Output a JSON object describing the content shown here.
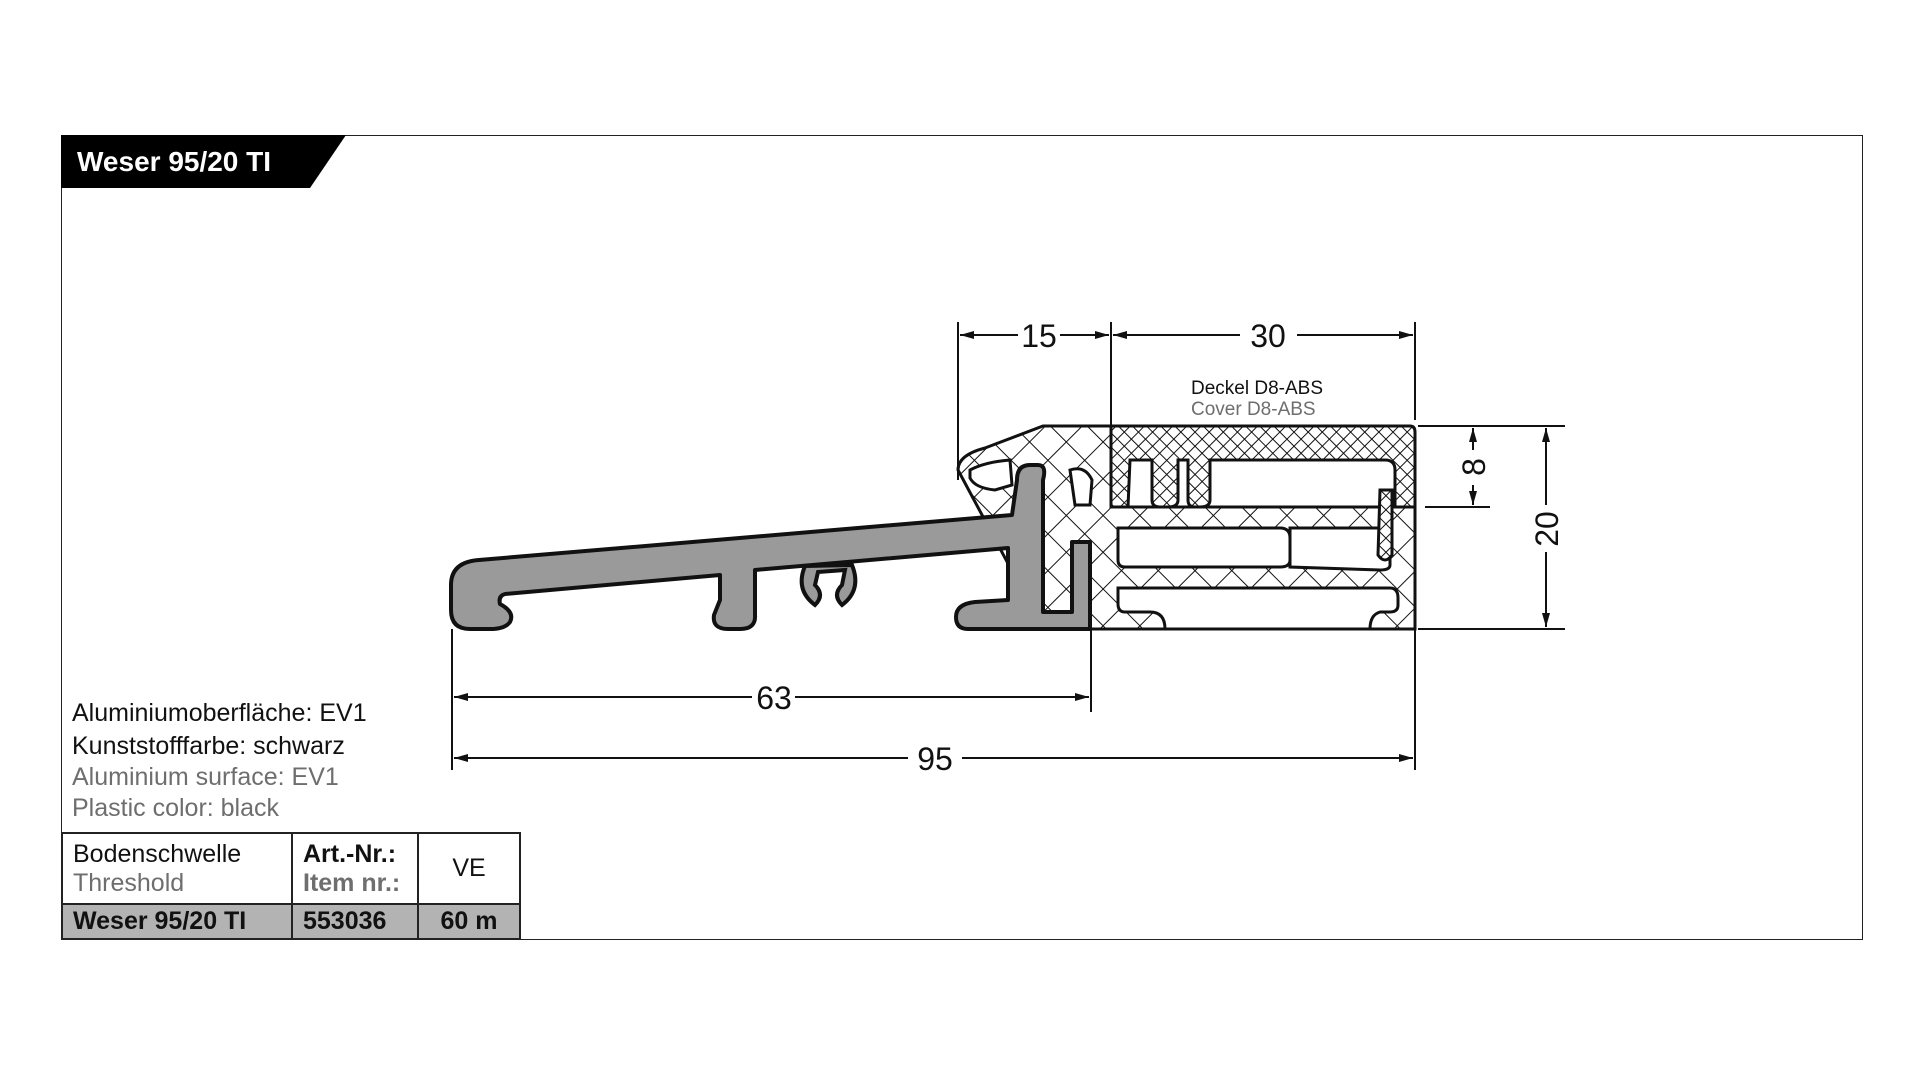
{
  "title": "Weser 95/20 TI",
  "drawing": {
    "dimensions": {
      "d15": "15",
      "d30": "30",
      "d8": "8",
      "d20": "20",
      "d63": "63",
      "d95": "95"
    },
    "cover_label_de": "Deckel D8-ABS",
    "cover_label_en": "Cover D8-ABS",
    "colors": {
      "aluminium": "#9a9a9a",
      "line": "#111111",
      "secondary_text": "#6e6e6e"
    }
  },
  "notes": {
    "surface_de": "Aluminiumoberfläche: EV1",
    "color_de": "Kunststofffarbe: schwarz",
    "surface_en": "Aluminium surface: EV1",
    "color_en": "Plastic color: black"
  },
  "table": {
    "head": {
      "product_de": "Bodenschwelle",
      "product_en": "Threshold",
      "art_de": "Art.-Nr.:",
      "art_en": "Item nr.:",
      "unit": "VE"
    },
    "row": {
      "name": "Weser 95/20 TI",
      "article": "553036",
      "quantity": "60 m"
    }
  }
}
